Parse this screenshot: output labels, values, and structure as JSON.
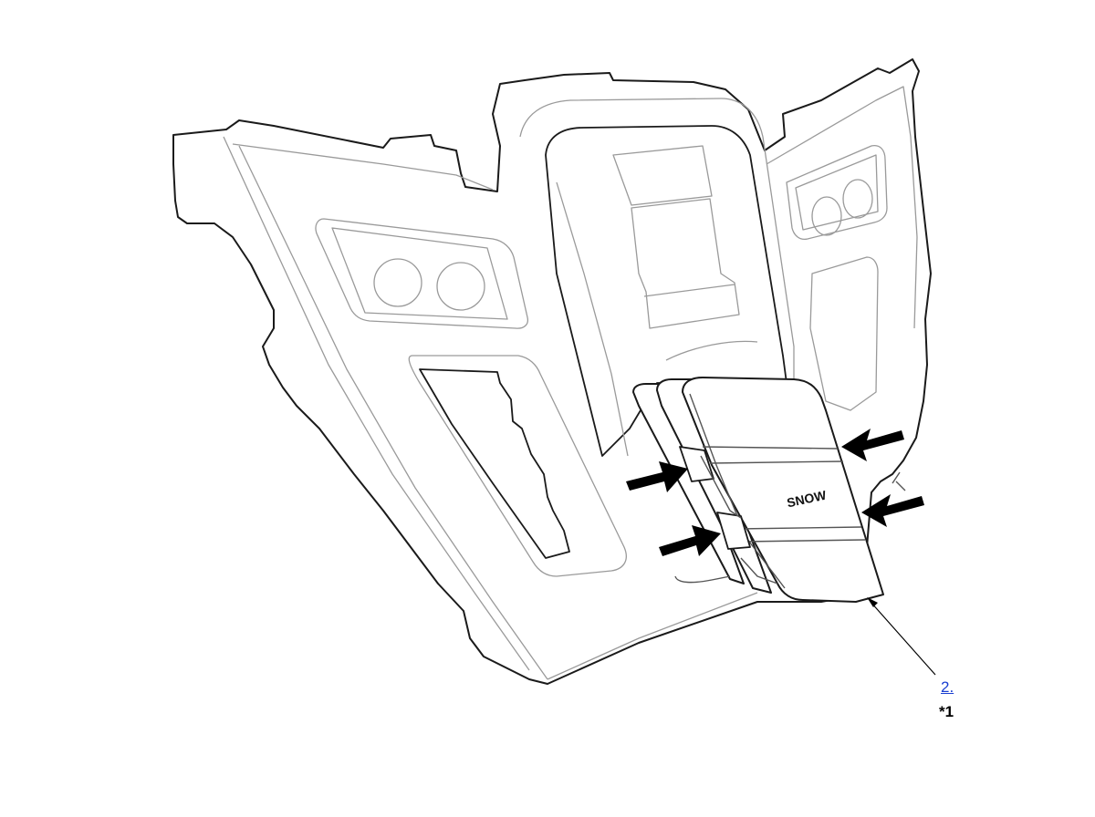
{
  "diagram": {
    "switch_label": "SNOW",
    "callout": {
      "step_link": "2.",
      "mark": "*1"
    }
  }
}
